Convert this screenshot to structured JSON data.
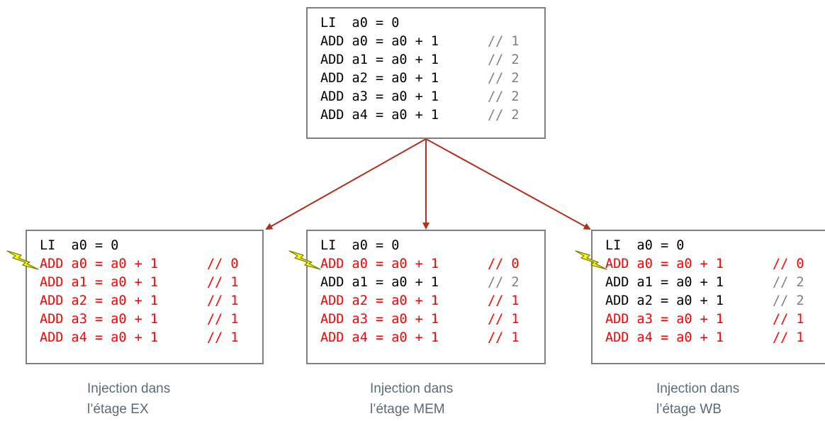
{
  "colors": {
    "arrow": "#b0301c",
    "highlight": "#ff0000",
    "comment": "#7f7f7f",
    "border": "#7f7f7f",
    "bolt_fill": "#ffff00",
    "bolt_stroke": "#7f7f00"
  },
  "top_box": {
    "lines": [
      {
        "instr": "LI  a0 = 0",
        "comment": "",
        "state": "normal"
      },
      {
        "instr": "ADD a0 = a0 + 1",
        "comment": "// 1",
        "state": "normal"
      },
      {
        "instr": "ADD a1 = a0 + 1",
        "comment": "// 2",
        "state": "normal"
      },
      {
        "instr": "ADD a2 = a0 + 1",
        "comment": "// 2",
        "state": "normal"
      },
      {
        "instr": "ADD a3 = a0 + 1",
        "comment": "// 2",
        "state": "normal"
      },
      {
        "instr": "ADD a4 = a0 + 1",
        "comment": "// 2",
        "state": "normal"
      }
    ]
  },
  "branches": [
    {
      "id": "ex",
      "caption_line1": "Injection dans",
      "caption_line2": "l’étage EX",
      "fault_icon": "lightning-bolt-icon",
      "lines": [
        {
          "instr": "LI  a0 = 0",
          "comment": "",
          "state": "normal"
        },
        {
          "instr": "ADD a0 = a0 + 1",
          "comment": "// 0",
          "state": "faulty"
        },
        {
          "instr": "ADD a1 = a0 + 1",
          "comment": "// 1",
          "state": "faulty"
        },
        {
          "instr": "ADD a2 = a0 + 1",
          "comment": "// 1",
          "state": "faulty"
        },
        {
          "instr": "ADD a3 = a0 + 1",
          "comment": "// 1",
          "state": "faulty"
        },
        {
          "instr": "ADD a4 = a0 + 1",
          "comment": "// 1",
          "state": "faulty"
        }
      ]
    },
    {
      "id": "mem",
      "caption_line1": "Injection dans",
      "caption_line2": "l’étage MEM",
      "fault_icon": "lightning-bolt-icon",
      "lines": [
        {
          "instr": "LI  a0 = 0",
          "comment": "",
          "state": "normal"
        },
        {
          "instr": "ADD a0 = a0 + 1",
          "comment": "// 0",
          "state": "faulty"
        },
        {
          "instr": "ADD a1 = a0 + 1",
          "comment": "// 2",
          "state": "normal"
        },
        {
          "instr": "ADD a2 = a0 + 1",
          "comment": "// 1",
          "state": "faulty"
        },
        {
          "instr": "ADD a3 = a0 + 1",
          "comment": "// 1",
          "state": "faulty"
        },
        {
          "instr": "ADD a4 = a0 + 1",
          "comment": "// 1",
          "state": "faulty"
        }
      ]
    },
    {
      "id": "wb",
      "caption_line1": "Injection dans",
      "caption_line2": "l’étage WB",
      "fault_icon": "lightning-bolt-icon",
      "lines": [
        {
          "instr": "LI  a0 = 0",
          "comment": "",
          "state": "normal"
        },
        {
          "instr": "ADD a0 = a0 + 1",
          "comment": "// 0",
          "state": "faulty"
        },
        {
          "instr": "ADD a1 = a0 + 1",
          "comment": "// 2",
          "state": "normal"
        },
        {
          "instr": "ADD a2 = a0 + 1",
          "comment": "// 2",
          "state": "normal"
        },
        {
          "instr": "ADD a3 = a0 + 1",
          "comment": "// 1",
          "state": "faulty"
        },
        {
          "instr": "ADD a4 = a0 + 1",
          "comment": "// 1",
          "state": "faulty"
        }
      ]
    }
  ]
}
